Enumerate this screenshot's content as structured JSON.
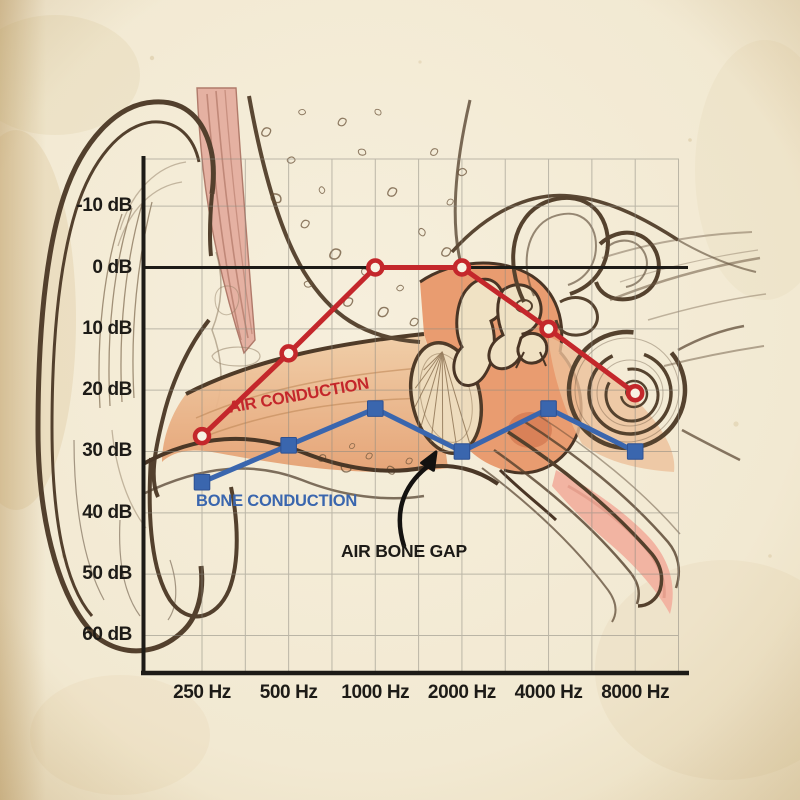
{
  "figure": {
    "description": "Audiogram chart overlaid on an anatomical cross-section illustration of the human ear on parchment paper",
    "annotations": {
      "air_conduction": "AIR CONDUCTION",
      "bone_conduction": "BONE CONDUCTION",
      "air_bone_gap": "AIR BONE GAP"
    }
  },
  "colors": {
    "air": "#c4272b",
    "bone": "#3a66ae",
    "axis": "#1d1b17",
    "grid": "#8d8a80",
    "paper": "#f4ecd9",
    "marker_fill": "#f8f3e3"
  },
  "chart_data": {
    "type": "line",
    "title": "",
    "xlabel": "",
    "ylabel": "",
    "x_categories": [
      "250 Hz",
      "500 Hz",
      "1000 Hz",
      "2000 Hz",
      "4000 Hz",
      "8000 Hz"
    ],
    "y_ticks": [
      {
        "value": -10,
        "label": "-10 dB"
      },
      {
        "value": 0,
        "label": "0 dB"
      },
      {
        "value": 10,
        "label": "10 dB"
      },
      {
        "value": 20,
        "label": "20 dB"
      },
      {
        "value": 30,
        "label": "30 dB"
      },
      {
        "value": 40,
        "label": "40 dB"
      },
      {
        "value": 50,
        "label": "50 dB"
      },
      {
        "value": 60,
        "label": "60 dB"
      }
    ],
    "ylim": [
      -10,
      60
    ],
    "grid": true,
    "half_octave_gridlines": true,
    "series": [
      {
        "name": "AIR CONDUCTION",
        "marker": "circle",
        "color": "#c4272b",
        "values": [
          27.5,
          14,
          0,
          0,
          10,
          20.5
        ]
      },
      {
        "name": "BONE CONDUCTION",
        "marker": "square",
        "color": "#3a66ae",
        "values": [
          35,
          29,
          23,
          30,
          23,
          30
        ]
      }
    ],
    "annotations": [
      {
        "text": "AIR BONE GAP",
        "arrow_points_to": "gap between the two curves at 2000 Hz"
      }
    ]
  }
}
